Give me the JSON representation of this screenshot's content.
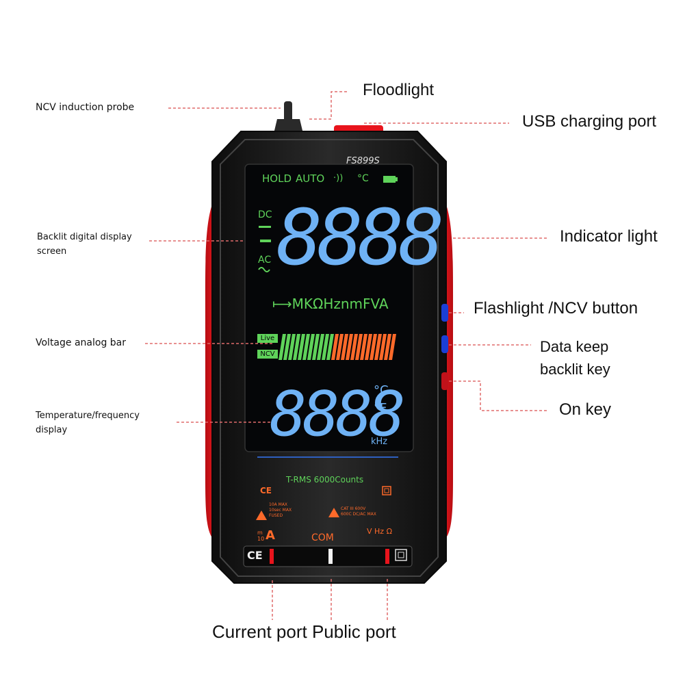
{
  "device": {
    "model": "FS899S",
    "top_indicators": {
      "hold": "HOLD",
      "auto": "AUTO",
      "sound": "·))",
      "celsius": "°C"
    },
    "mode_labels": {
      "dc": "DC",
      "ac": "AC"
    },
    "main_digits": "8888",
    "unit_row": "⟼MKΩHznmFVA",
    "bar_labels": {
      "live": "Live",
      "ncv": "NCV"
    },
    "sub_digits": "8888",
    "sub_units": {
      "c": "°C",
      "f": "°F",
      "khz": "kHz"
    },
    "trms": "T-RMS 6000Counts",
    "ce_small": "CE",
    "warning_left": [
      "10A MAX",
      "10sec MAX",
      "FUSED"
    ],
    "warning_right": [
      "CAT III 600V",
      "600C DC/AC MAX"
    ],
    "ports": {
      "current": "A",
      "current_small": [
        "m",
        "10"
      ],
      "com": "COM",
      "vhz": "V Hz Ω"
    },
    "ce_bottom": "CE"
  },
  "annotations": {
    "ncv_probe": "NCV induction probe",
    "floodlight": "Floodlight",
    "usb": "USB charging port",
    "backlit_line1": "Backlit digital display",
    "backlit_line2": "screen",
    "indicator": "Indicator light",
    "flashlight": "Flashlight /NCV button",
    "voltage_bar": "Voltage analog bar",
    "data_keep_line1": "Data keep",
    "data_keep_line2": "backlit key",
    "temp_line1": "Temperature/frequency",
    "temp_line2": "display",
    "on_key": "On key",
    "ports_caption": "Current port Public port"
  },
  "colors": {
    "body_red": "#e8141c",
    "body_black": "#1a1a1a",
    "lcd_bg": "#050608",
    "lcd_green": "#5fd35a",
    "lcd_blue": "#6fb2f5",
    "lcd_orange": "#ff6a2a",
    "button_blue": "#1b3fd6"
  }
}
